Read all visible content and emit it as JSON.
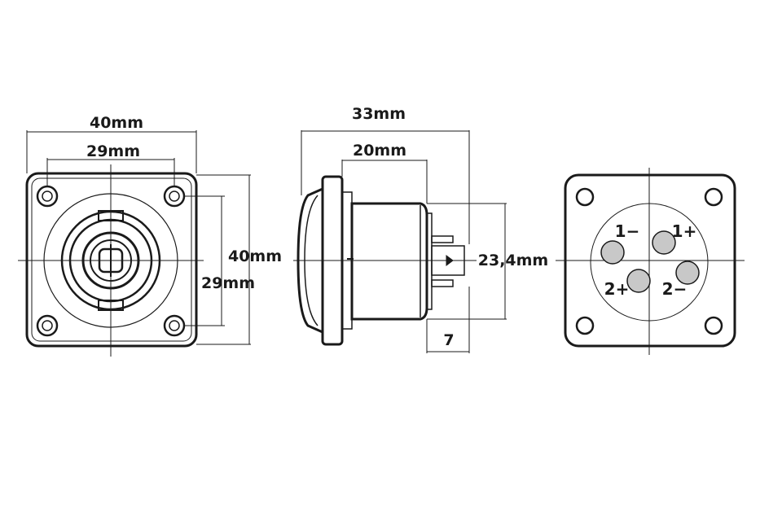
{
  "front_view": {
    "width_label": "40mm",
    "hole_spacing_h_label": "29mm",
    "height_label": "40mm",
    "hole_spacing_v_label": "29mm"
  },
  "side_view": {
    "length_label": "33mm",
    "body_length_label": "20mm",
    "body_diameter_label": "23,4mm",
    "pin_length_label": "7"
  },
  "rear_view": {
    "pins": [
      "1−",
      "1+",
      "2+",
      "2−"
    ],
    "pin_color": "#c8c8c8"
  }
}
